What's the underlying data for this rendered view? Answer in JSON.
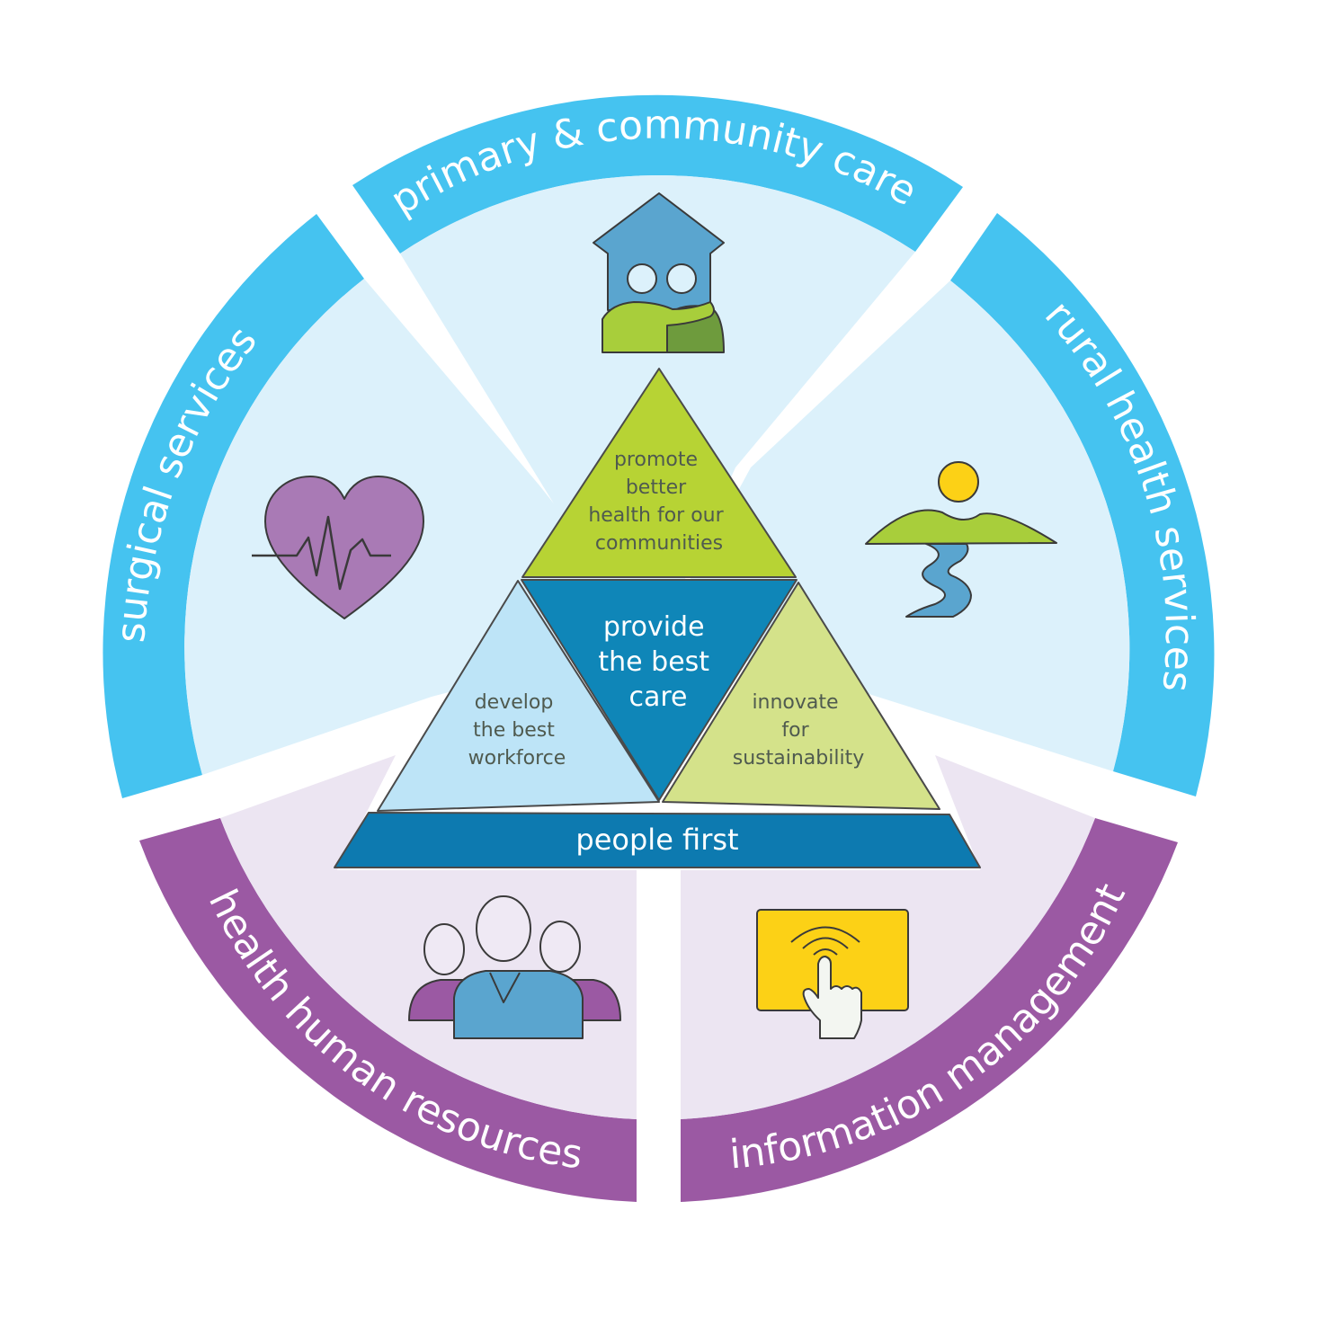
{
  "segments": {
    "primary": {
      "label": "primary & community care",
      "icon": "house-people-icon"
    },
    "rural": {
      "label": "rural health services",
      "icon": "landscape-river-icon"
    },
    "information": {
      "label": "information management",
      "icon": "touchscreen-hand-icon"
    },
    "hhr": {
      "label": "health human resources",
      "icon": "people-group-icon"
    },
    "surgical": {
      "label": "surgical services",
      "icon": "heart-heartbeat-icon"
    }
  },
  "pyramid": {
    "top": [
      "promote",
      "better",
      "health for our",
      "communities"
    ],
    "center": [
      "provide",
      "the best",
      "care"
    ],
    "left": [
      "develop",
      "the best",
      "workforce"
    ],
    "right": [
      "innovate",
      "for",
      "sustainability"
    ],
    "base": "people first"
  },
  "colors": {
    "blue_ring": "#45c3f0",
    "blue_inner": "#dcf1fb",
    "purple_ring": "#9b59a3",
    "purple_inner": "#ece5f2",
    "green": "#b7d334",
    "light_green": "#d4e28a",
    "dark_blue": "#0f86b8",
    "light_blue": "#bde4f7",
    "base_blue": "#0d7ab0"
  }
}
